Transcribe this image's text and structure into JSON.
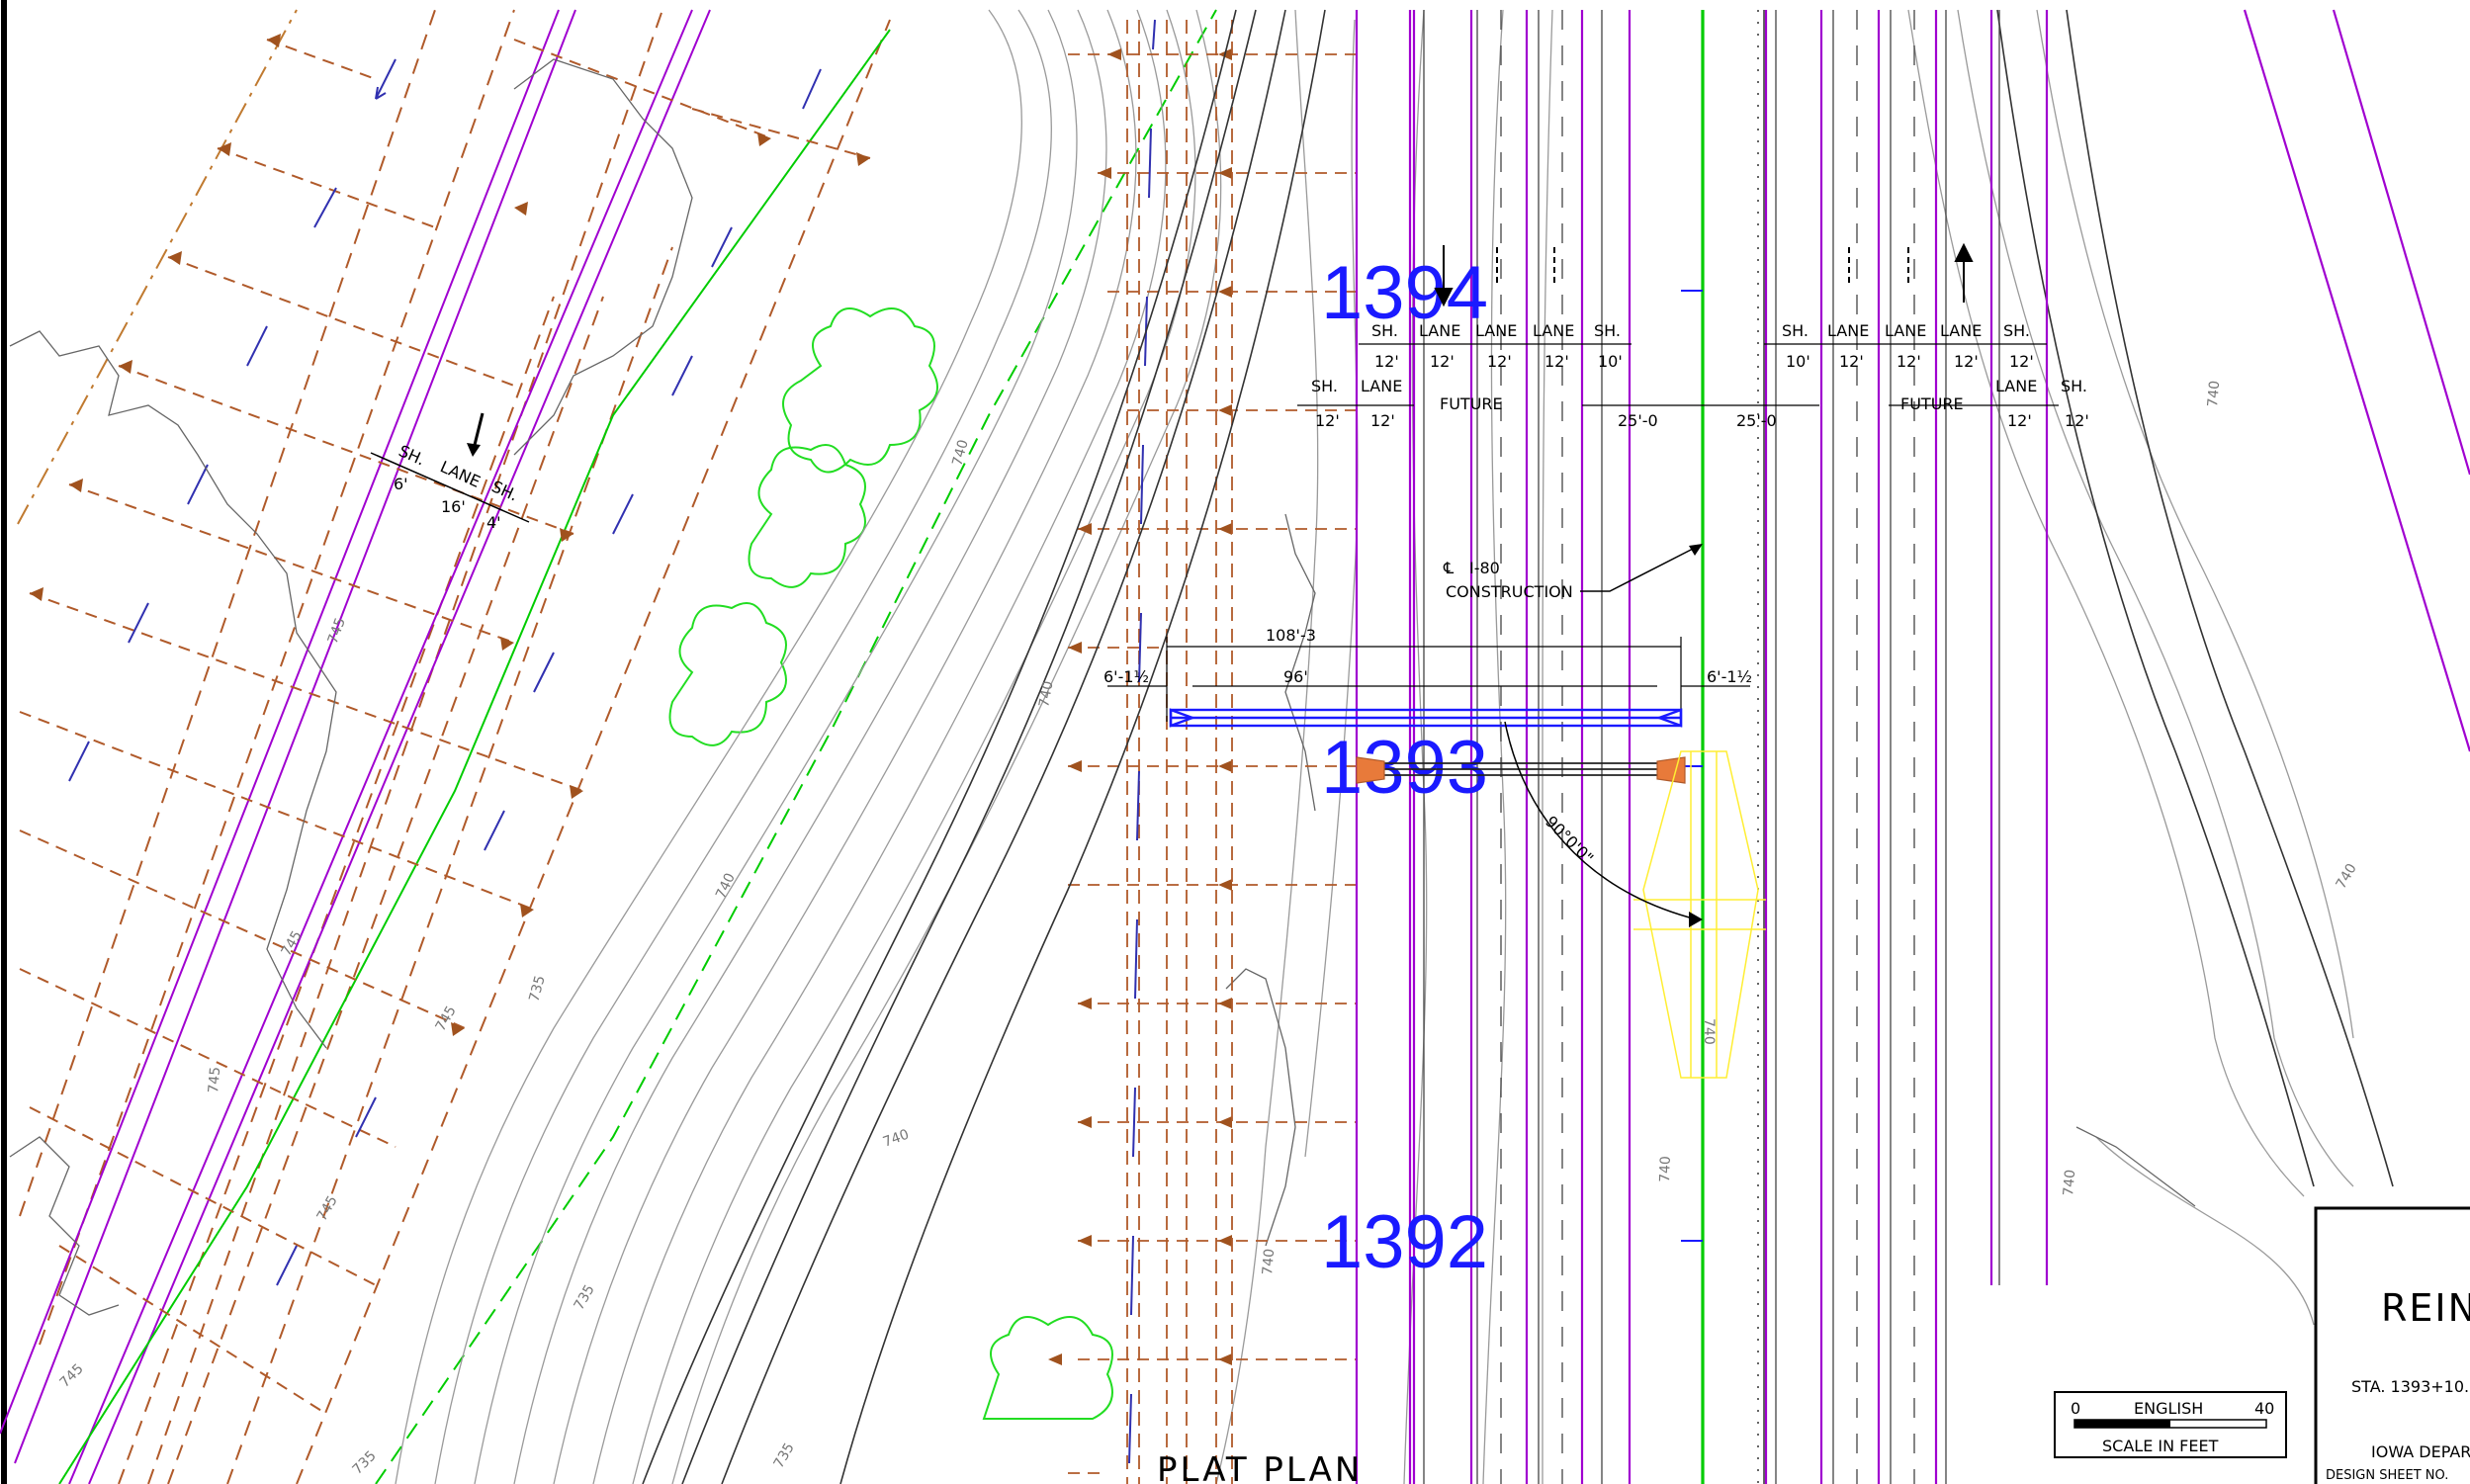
{
  "drawing": {
    "view_title": "PLAT PLAN",
    "title_block": {
      "title_partial": "REIN",
      "station_partial": "STA. 1393+10.",
      "agency_partial": "IOWA DEPAR",
      "sheet_label_partial": "DESIGN SHEET NO."
    },
    "scale_bar": {
      "zero": "0",
      "system": "ENGLISH",
      "max": "40",
      "units": "SCALE IN FEET"
    },
    "colors": {
      "alignment": "#00cc00",
      "row_line": "#a000d0",
      "station": "#1a1aff",
      "dimension": "#000000",
      "contour": "#808080",
      "easement": "#b05a2a",
      "proposed_structure": "#ffee33"
    }
  },
  "stations": [
    "1394",
    "1393",
    "1392"
  ],
  "left_lanes": {
    "sh1": "SH.",
    "lane": "LANE",
    "sh2": "SH.",
    "w1": "6'",
    "w2": "16'",
    "w3": "4'"
  },
  "lanes_top": {
    "sh_a": "SH.",
    "lane_a": "LANE",
    "lane_b": "LANE",
    "lane_c": "LANE",
    "sh_b": "SH.",
    "w_a": "12'",
    "w_b": "12'",
    "w_c": "12'",
    "w_d": "12'",
    "w_e": "10'",
    "sh_c": "SH.",
    "lane_d": "LANE",
    "lane_e": "LANE",
    "lane_f": "LANE",
    "sh_d": "SH.",
    "w_f": "10'",
    "w_g": "12'",
    "w_h": "12'",
    "w_i": "12'",
    "w_j": "12'"
  },
  "lanes_future": {
    "sh_l": "SH.",
    "lane_l": "LANE",
    "future_l": "FUTURE",
    "wl1": "12'",
    "wl2": "12'",
    "median_l": "25'-0",
    "median_r": "25'-0",
    "future_r": "FUTURE",
    "lane_r": "LANE",
    "sh_r": "SH.",
    "wr1": "12'",
    "wr2": "12'"
  },
  "centerline": {
    "symbol": "℄",
    "route": "I-80",
    "label": "CONSTRUCTION"
  },
  "structure": {
    "overall": "108'-3",
    "span": "96'",
    "left_offset": "6'-1½",
    "right_offset": "6'-1½",
    "skew": "90°0'0\""
  },
  "contour_labels": [
    "740",
    "740",
    "740",
    "740",
    "740",
    "740",
    "740",
    "740",
    "740",
    "740",
    "745",
    "745",
    "745",
    "745",
    "745",
    "745",
    "735",
    "735",
    "735",
    "735"
  ]
}
